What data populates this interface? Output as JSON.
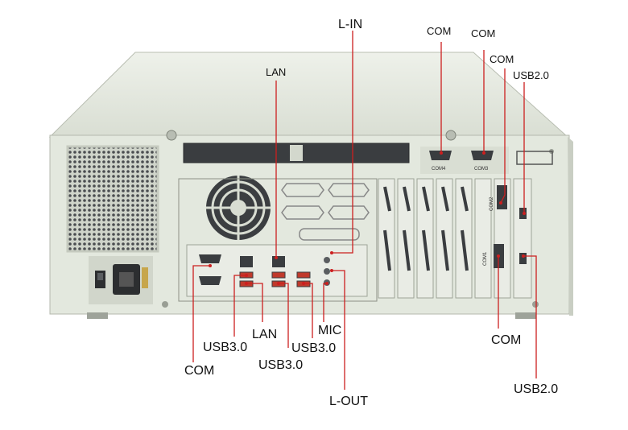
{
  "colors": {
    "chassis": "#e2e7dc",
    "chassis_dark": "#c9cfc2",
    "panel": "#d8ddd2",
    "port_dark": "#3a3d40",
    "usb_blue": "#c0392b",
    "leader": "#cc1f1f"
  },
  "port_labels": {
    "com4": "COM4",
    "com3": "COM3",
    "com2": "COM2",
    "com1": "COM1"
  },
  "callouts": {
    "l_in": "L-IN",
    "com_top_1": "COM",
    "com_top_2": "COM",
    "com_right": "COM",
    "usb20_top": "USB2.0",
    "lan_top": "LAN",
    "com_bottom_left": "COM",
    "usb30_left": "USB3.0",
    "lan_bottom": "LAN",
    "usb30_mid": "USB3.0",
    "mic": "MIC",
    "usb30_right": "USB3.0",
    "l_out": "L-OUT",
    "com_bottom_right": "COM",
    "usb20_bottom": "USB2.0"
  }
}
